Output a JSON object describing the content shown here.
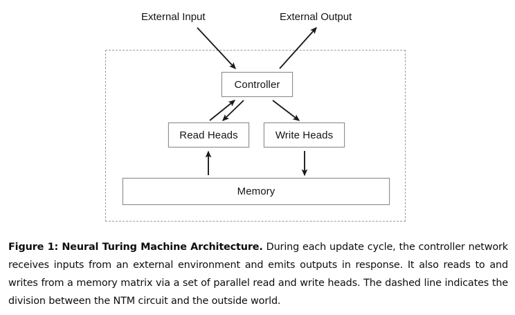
{
  "figure": {
    "external_labels": {
      "input": "External Input",
      "output": "External Output"
    },
    "nodes": {
      "controller": "Controller",
      "read_heads": "Read Heads",
      "write_heads": "Write Heads",
      "memory": "Memory"
    },
    "boundary": {
      "style": "dashed",
      "meaning": "division between the NTM circuit and the outside world"
    },
    "arrows": [
      {
        "name": "external-input-to-controller",
        "from": "External Input",
        "to": "Controller",
        "direction": "down-right"
      },
      {
        "name": "controller-to-external-output",
        "from": "Controller",
        "to": "External Output",
        "direction": "up-right"
      },
      {
        "name": "read-heads-to-controller",
        "from": "Read Heads",
        "to": "Controller",
        "direction": "up-right"
      },
      {
        "name": "controller-to-read-heads",
        "from": "Controller",
        "to": "Read Heads",
        "direction": "down-left"
      },
      {
        "name": "controller-to-write-heads",
        "from": "Controller",
        "to": "Write Heads",
        "direction": "down-right"
      },
      {
        "name": "memory-to-read-heads",
        "from": "Memory",
        "to": "Read Heads",
        "direction": "up"
      },
      {
        "name": "write-heads-to-memory",
        "from": "Write Heads",
        "to": "Memory",
        "direction": "down"
      }
    ],
    "colors": {
      "box_border": "#8e8e8e",
      "dashed_border": "#9a9a9a",
      "arrow": "#1a1a1a",
      "text": "#141414",
      "background": "#ffffff"
    }
  },
  "caption": {
    "title": "Figure 1: Neural Turing Machine Architecture.",
    "body": "During each update cycle, the controller network receives inputs from an external environment and emits outputs in response. It also reads to and writes from a memory matrix via a set of parallel read and write heads. The dashed line indicates the division between the NTM circuit and the outside world."
  }
}
